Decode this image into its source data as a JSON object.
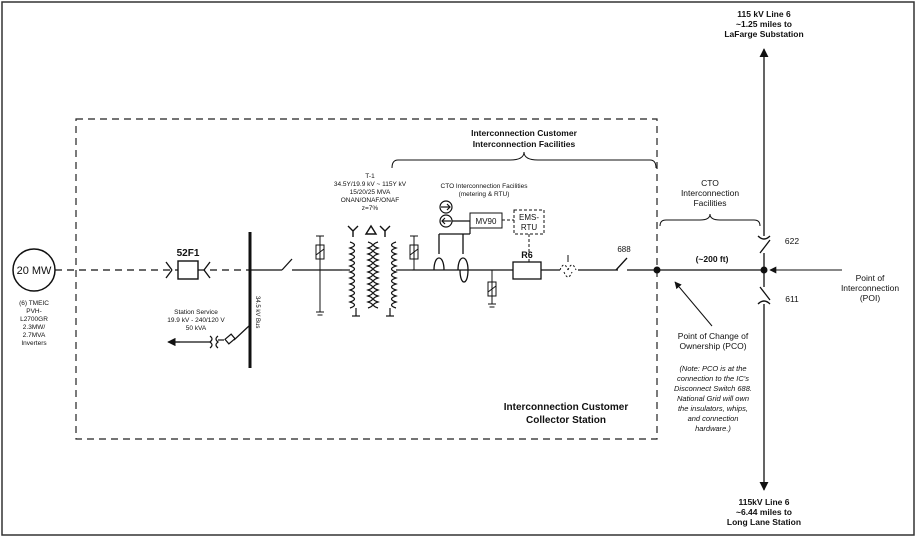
{
  "generator": {
    "label": "20 MW",
    "desc": [
      "(6) TMEIC",
      "PVH-",
      "L2700GR",
      "2.3MW/",
      "2.7MVA",
      "Inverters"
    ]
  },
  "breaker": {
    "label": "52F1"
  },
  "bus": {
    "label": "34.5 kV Bus"
  },
  "station_service": {
    "lines": [
      "Station Service",
      "19.9 kV - 240/120 V",
      "50 kVA"
    ]
  },
  "transformer": {
    "lines": [
      "T-1",
      "34.5Y/19.9 kV ~ 115Y kV",
      "15/20/25 MVA",
      "ONAN/ONAF/ONAF",
      "z=7%"
    ]
  },
  "ic_facilities": {
    "lines": [
      "Interconnection Customer",
      "Interconnection Facilities"
    ]
  },
  "cto_metering": {
    "lines": [
      "CTO Interconnection Facilities",
      "(metering & RTU)"
    ]
  },
  "meter": {
    "label": "MV90"
  },
  "rtu": {
    "lines": [
      "EMS-",
      "RTU"
    ]
  },
  "recloser": {
    "label": "R6"
  },
  "switches": {
    "s688": "688",
    "s622": "622",
    "s611": "611"
  },
  "cto_facilities": {
    "lines": [
      "CTO",
      "Interconnection",
      "Facilities"
    ]
  },
  "distance": "(~200 ft)",
  "poi": {
    "lines": [
      "Point of",
      "Interconnection",
      "(POI)"
    ]
  },
  "pco": {
    "lines": [
      "Point of Change of",
      "Ownership (PCO)"
    ]
  },
  "note": {
    "lines": [
      "(Note: PCO is at the",
      "connection to the IC's",
      "Disconnect Switch 688.",
      "National Grid will own",
      "the insulators, whips,",
      "and connection",
      "hardware.)"
    ]
  },
  "collector": {
    "lines": [
      "Interconnection Customer",
      "Collector Station"
    ]
  },
  "line_top": {
    "lines": [
      "115 kV Line 6",
      "~1.25 miles to",
      "LaFarge Substation"
    ]
  },
  "line_bottom": {
    "lines": [
      "115kV Line 6",
      "~6.44 miles to",
      "Long Lane Station"
    ]
  }
}
